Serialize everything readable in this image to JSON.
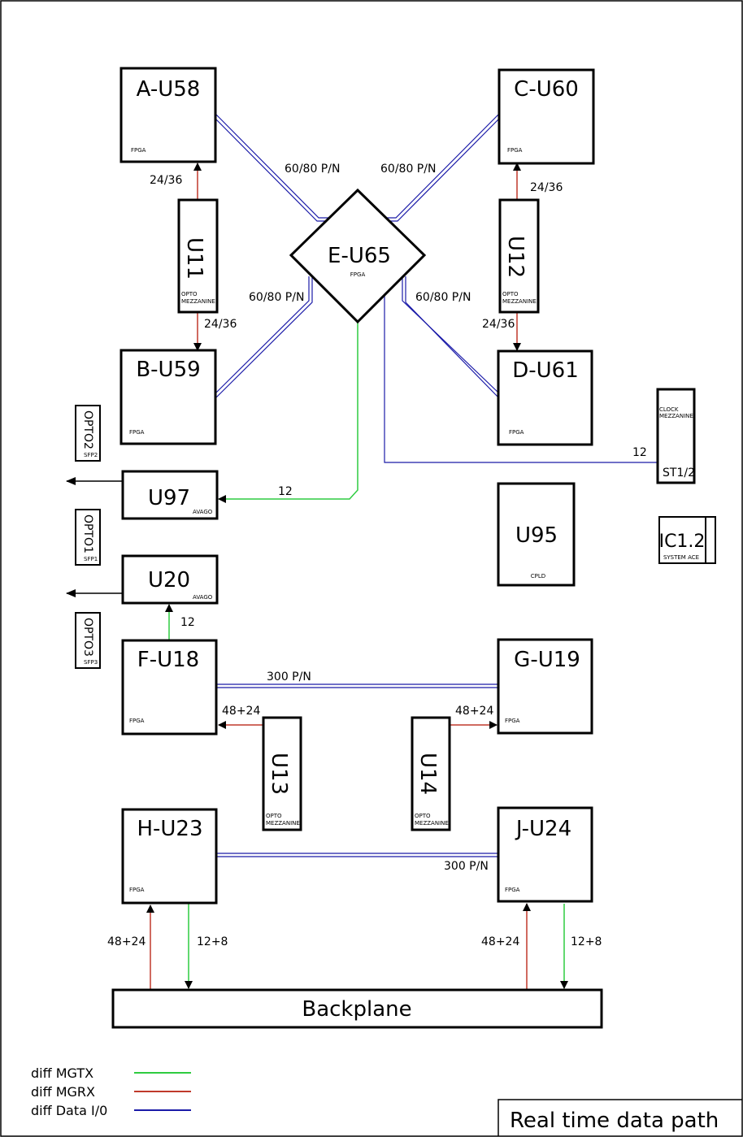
{
  "chips": {
    "a": {
      "name": "A-U58",
      "type": "FPGA"
    },
    "c": {
      "name": "C-U60",
      "type": "FPGA"
    },
    "b": {
      "name": "B-U59",
      "type": "FPGA"
    },
    "d": {
      "name": "D-U61",
      "type": "FPGA"
    },
    "e": {
      "name": "E-U65",
      "type": "FPGA"
    },
    "f": {
      "name": "F-U18",
      "type": "FPGA"
    },
    "g": {
      "name": "G-U19",
      "type": "FPGA"
    },
    "h": {
      "name": "H-U23",
      "type": "FPGA"
    },
    "j": {
      "name": "J-U24",
      "type": "FPGA"
    }
  },
  "opto_mezz": {
    "u11": {
      "name": "U11",
      "type_1": "OPTO",
      "type_2": "MEZZANINE"
    },
    "u12": {
      "name": "U12",
      "type_1": "OPTO",
      "type_2": "MEZZANINE"
    },
    "u13": {
      "name": "U13",
      "type_1": "OPTO",
      "type_2": "MEZZANINE"
    },
    "u14": {
      "name": "U14",
      "type_1": "OPTO",
      "type_2": "MEZZANINE"
    }
  },
  "sfp": {
    "opto2": {
      "name": "OPTO2",
      "type": "SFP2"
    },
    "opto1": {
      "name": "OPTO1",
      "type": "SFP1"
    },
    "opto3": {
      "name": "OPTO3",
      "type": "SFP3"
    }
  },
  "avago": {
    "u97": {
      "name": "U97",
      "type": "AVAGO"
    },
    "u20": {
      "name": "U20",
      "type": "AVAGO"
    }
  },
  "cpld": {
    "name": "U95",
    "type": "CPLD"
  },
  "clock": {
    "type_1": "CLOCK",
    "type_2": "MEZZANINE",
    "name": "ST1/2"
  },
  "ace": {
    "name": "IC1.2",
    "type": "SYSTEM ACE"
  },
  "backplane": "Backplane",
  "links": {
    "a_e": "60/80 P/N",
    "c_e": "60/80 P/N",
    "b_e": "60/80 P/N",
    "d_e": "60/80 P/N",
    "u11_a": "24/36",
    "u11_b": "24/36",
    "u12_c": "24/36",
    "u12_d": "24/36",
    "e_u97": "12",
    "clock_e": "12",
    "f_u20": "12",
    "f_g": "300 P/N",
    "u13_f": "48+24",
    "u14_g": "48+24",
    "h_j": "300 P/N",
    "bp_h": "48+24",
    "h_bp": "12+8",
    "bp_j": "48+24",
    "j_bp": "12+8"
  },
  "legend": {
    "tx": "diff MGTX",
    "rx": "diff MGRX",
    "io": "diff Data I/0",
    "colors": {
      "tx": "#2ecc40",
      "rx": "#c0392b",
      "io": "#1a1aa8"
    }
  },
  "title": "Real time data path"
}
